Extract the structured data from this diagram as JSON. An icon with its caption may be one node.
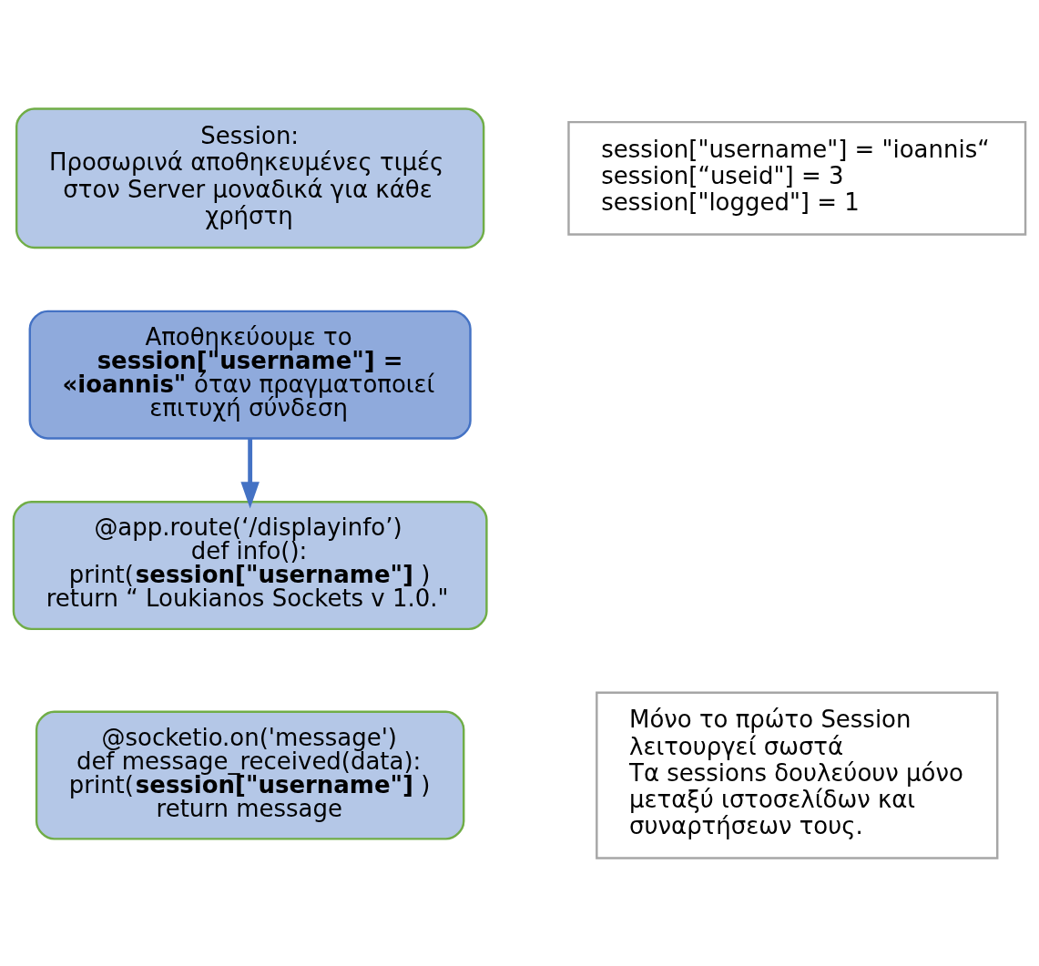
{
  "diagram": {
    "nodes": [
      {
        "text": [
          "Session:",
          "Προσωρινά αποθηκευμένες τιμές στον Server μοναδικά για κάθε χρήστη"
        ]
      },
      {
        "text": [
          "Αποθηκεύουμε το **session[\"username\"] = «ioannis\"** όταν πραγματοποιεί επιτυχή σύνδεση"
        ]
      },
      {
        "text": [
          "@app.route(‘/displayinfo’)",
          "def info():",
          "print(**session[\"username\"]** )",
          "return “ Loukianos Sockets v 1.0.\""
        ]
      },
      {
        "text": [
          "@socketio.on('message')",
          "def message_received(data):",
          "print(**session[\"username\"]** )",
          "return message"
        ]
      },
      {
        "text": [
          "session[\"username\"] = \"ioannis“",
          "session[“useid\"] = 3",
          "session[\"logged\"] = 1"
        ]
      },
      {
        "text": [
          "Μόνο το πρώτο Session λειτουργεί σωστά",
          "Τα sessions δουλεύουν μόνο μεταξύ ιστοσελίδων και συναρτήσεων τους."
        ]
      }
    ],
    "edges": [
      {
        "from": 1,
        "to": 2,
        "arrow": "to"
      }
    ]
  }
}
